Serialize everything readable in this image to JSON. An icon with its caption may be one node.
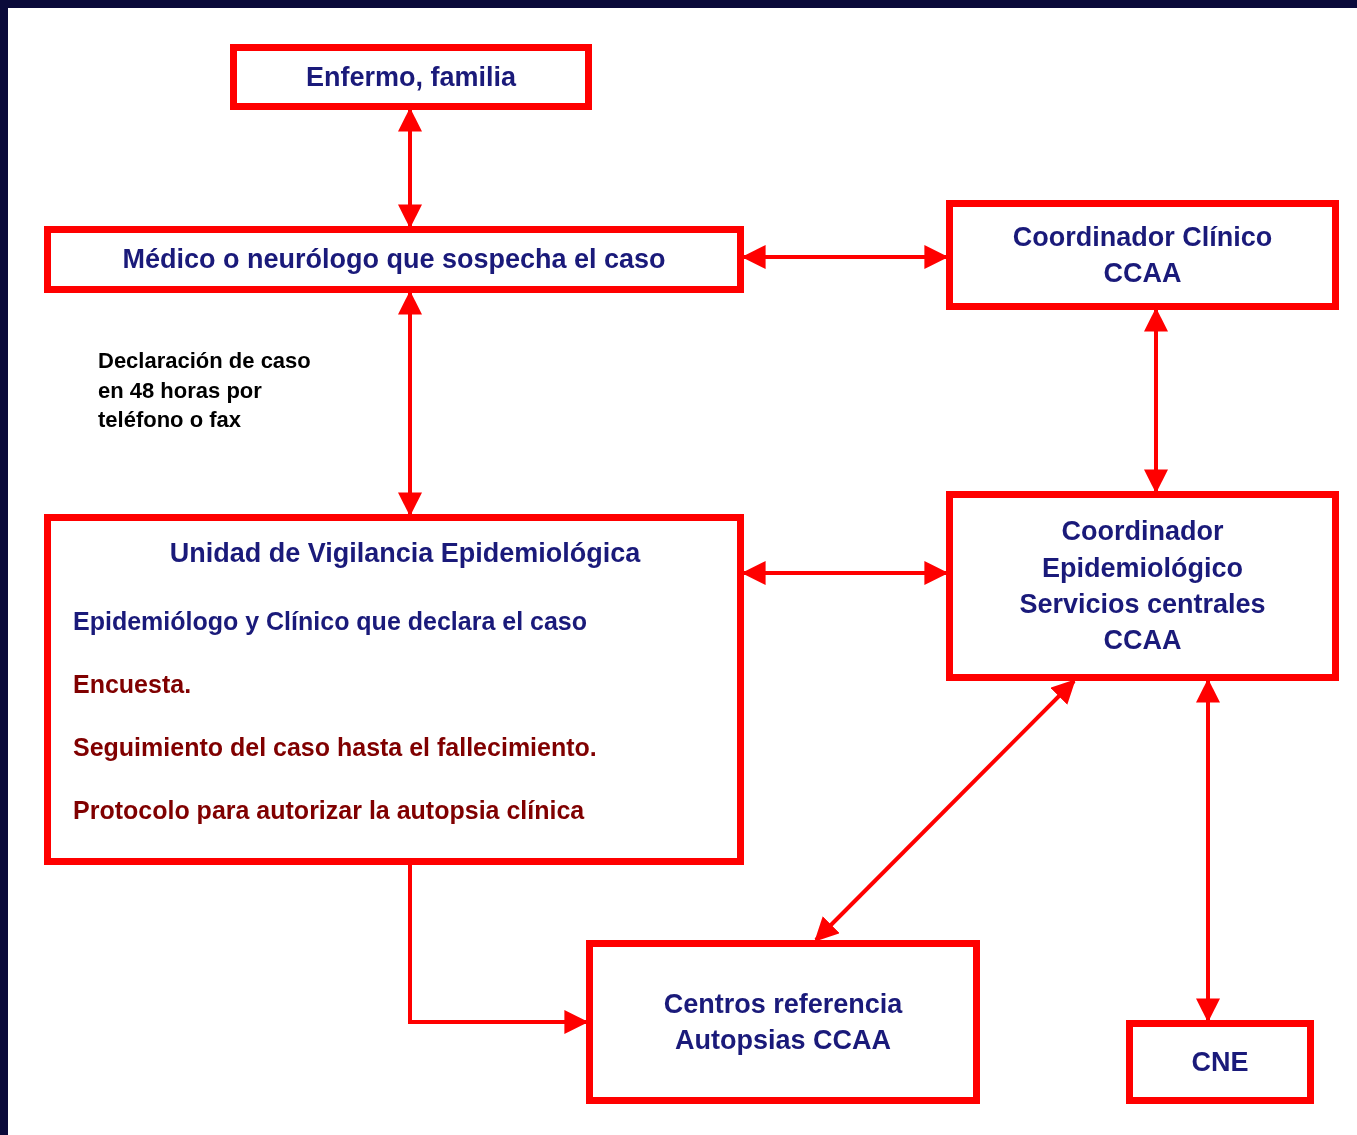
{
  "diagram": {
    "nodes": [
      {
        "text": [
          "Enfermo, familia"
        ]
      },
      {
        "text": [
          "Médico o neurólogo que sospecha el caso"
        ]
      },
      {
        "text": [
          "Coordinador Clínico CCAA"
        ]
      },
      {
        "text": [
          "Unidad de Vigilancia Epidemiológica",
          "Epidemiólogo y Clínico que declara el caso",
          "Encuesta.",
          "Seguimiento del caso hasta el fallecimiento.",
          "Protocolo para autorizar la autopsia clínica"
        ]
      },
      {
        "text": [
          "Coordinador Epidemiológico Servicios centrales CCAA"
        ]
      },
      {
        "text": [
          "Centros referencia Autopsias CCAA"
        ]
      },
      {
        "text": [
          "CNE"
        ]
      }
    ],
    "edges": [
      {
        "from": 0,
        "to": 1,
        "arrow": "both"
      },
      {
        "from": 1,
        "to": 2,
        "arrow": "both"
      },
      {
        "from": 1,
        "to": 3,
        "arrow": "both"
      },
      {
        "from": 2,
        "to": 4,
        "arrow": "both"
      },
      {
        "from": 3,
        "to": 4,
        "arrow": "both"
      },
      {
        "from": 3,
        "to": 5,
        "arrow": "to"
      },
      {
        "from": 4,
        "to": 5,
        "arrow": "both"
      },
      {
        "from": 4,
        "to": 6,
        "arrow": "both"
      }
    ],
    "labels": [
      "Declaración de caso en 48 horas por teléfono o fax"
    ]
  }
}
